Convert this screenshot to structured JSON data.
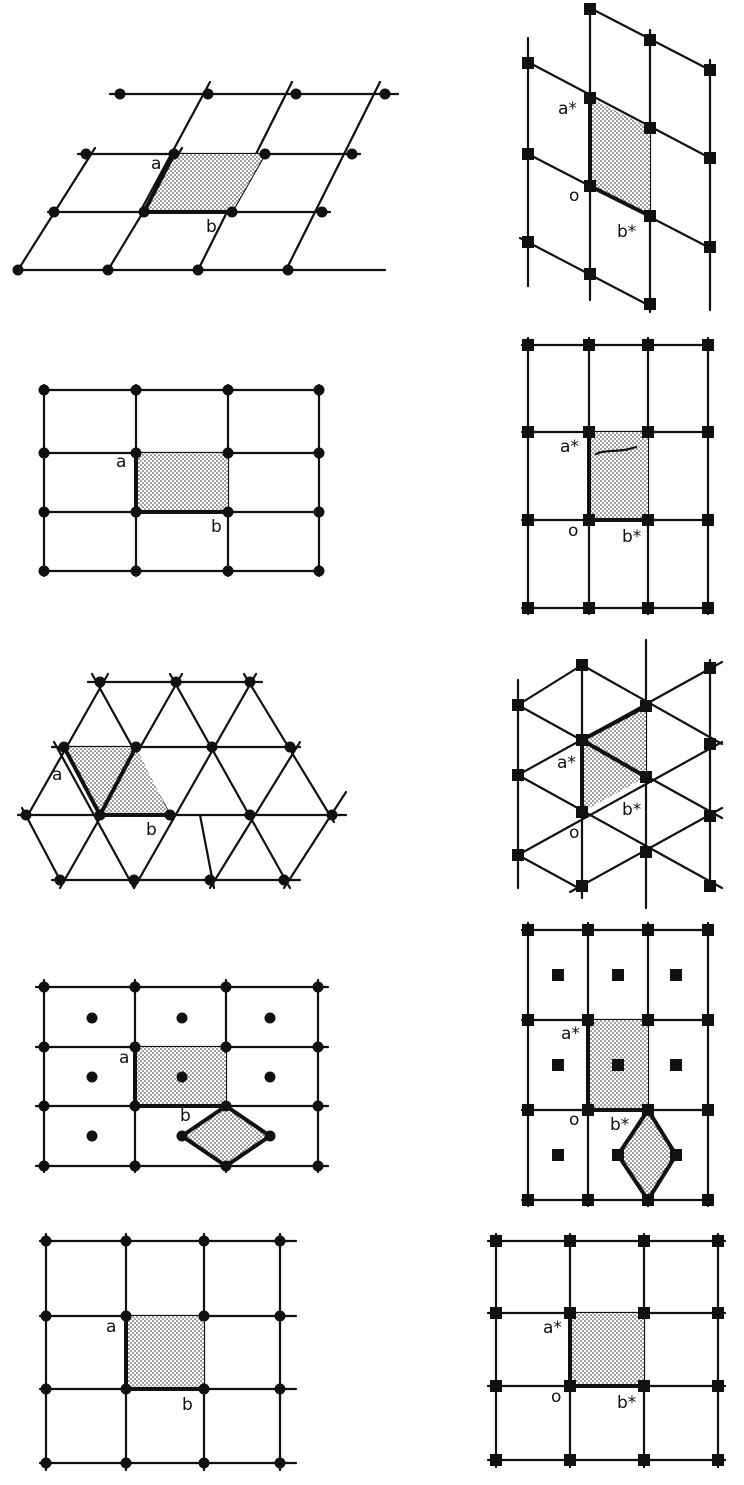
{
  "colors": {
    "ink": "#111111",
    "paper": "#ffffff"
  },
  "node_shapes": {
    "direct": "dot",
    "reciprocal": "square"
  },
  "panels": [
    {
      "name": "oblique",
      "direct": {
        "labels": {
          "a": "a",
          "b": "b"
        }
      },
      "reciprocal": {
        "labels": {
          "a_star": "a*",
          "b_star": "b*",
          "origin": "o"
        }
      }
    },
    {
      "name": "rectangular",
      "direct": {
        "labels": {
          "a": "a",
          "b": "b"
        }
      },
      "reciprocal": {
        "labels": {
          "a_star": "a*",
          "b_star": "b*",
          "origin": "o"
        }
      }
    },
    {
      "name": "hexagonal",
      "direct": {
        "labels": {
          "a": "a",
          "b": "b"
        }
      },
      "reciprocal": {
        "labels": {
          "a_star": "a*",
          "b_star": "b*",
          "origin": "o"
        }
      }
    },
    {
      "name": "centered-rectangular",
      "direct": {
        "labels": {
          "a": "a",
          "b": "b"
        }
      },
      "reciprocal": {
        "labels": {
          "a_star": "a*",
          "b_star": "b*",
          "origin": "o"
        }
      }
    },
    {
      "name": "square",
      "direct": {
        "labels": {
          "a": "a",
          "b": "b"
        }
      },
      "reciprocal": {
        "labels": {
          "a_star": "a*",
          "b_star": "b*",
          "origin": "o"
        }
      }
    }
  ]
}
